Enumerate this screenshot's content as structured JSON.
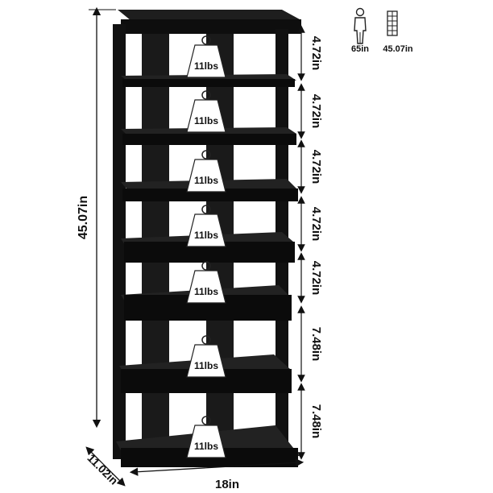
{
  "product": {
    "colors": {
      "frame": "#141414",
      "shelf_top": "#1c1c1c",
      "shelf_front": "#0b0b0b",
      "tag_fill": "#ffffff",
      "tag_stroke": "#222222",
      "dimension_line": "#111111"
    }
  },
  "dimensions": {
    "total_height": "45.07in",
    "depth": "11.02in",
    "width": "18in",
    "gaps": [
      "4.72in",
      "4.72in",
      "4.72in",
      "4.72in",
      "4.72in",
      "7.48in",
      "7.48in"
    ]
  },
  "weight_tags": [
    "11lbs",
    "11lbs",
    "11lbs",
    "11lbs",
    "11lbs",
    "11lbs",
    "11lbs"
  ],
  "scale_reference": {
    "person_label": "65in",
    "rack_label": "45.07in",
    "icons": [
      "person-icon",
      "rack-icon"
    ]
  }
}
